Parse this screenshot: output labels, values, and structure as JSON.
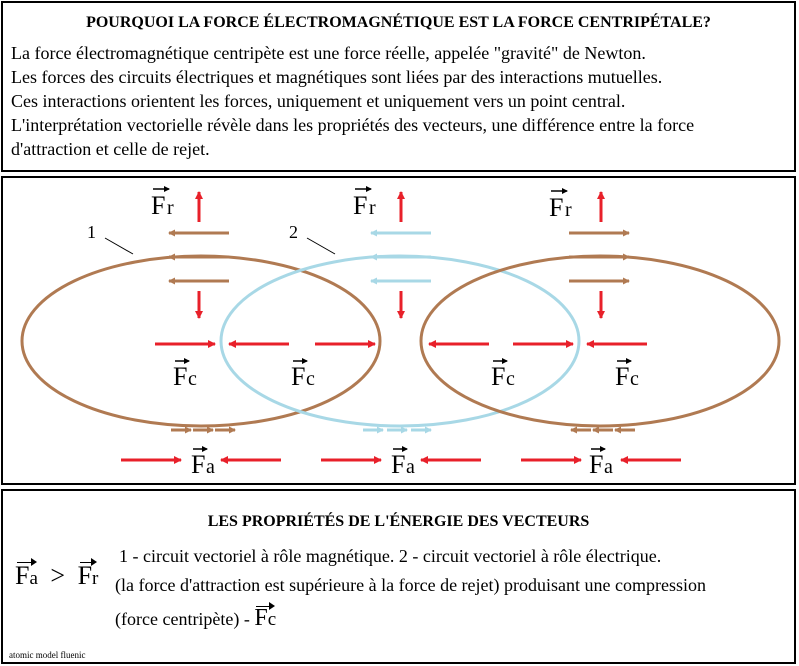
{
  "header": {
    "title": "POURQUOI LA FORCE ÉLECTROMAGNÉTIQUE EST LA FORCE CENTRIPÉTALE?",
    "lines": [
      "La force électromagnétique centripète est une force réelle, appelée \"gravité\" de Newton.",
      "Les forces des circuits électriques et magnétiques sont liées par des interactions mutuelles.",
      "Ces interactions orientent les forces, uniquement et uniquement vers un point central.",
      "L'interprétation vectorielle révèle dans les propriétés des vecteurs, une différence entre la force",
      "d'attraction et celle de rejet."
    ]
  },
  "diagram": {
    "labels": {
      "circuit1": "1",
      "circuit2": "2",
      "fr_main": "F",
      "fr_sub": "r",
      "fc_main": "F",
      "fc_sub": "c",
      "fa_main": "F",
      "fa_sub": "a"
    },
    "colors": {
      "magnetic": "#b07a52",
      "electric": "#a8d8e6",
      "force": "#e8202a",
      "text": "#000000"
    }
  },
  "properties": {
    "title": "LES PROPRIÉTÉS DE L'ÉNERGIE DES VECTEURS",
    "ineq_left_main": "F",
    "ineq_left_sub": "a",
    "ineq_op": ">",
    "ineq_right_main": "F",
    "ineq_right_sub": "r",
    "line1": "1 - circuit vectoriel à rôle magnétique. 2 - circuit vectoriel à rôle électrique.",
    "line2": "(la force d'attraction est supérieure à la force de rejet) produisant une compression",
    "line3": "(force  centripète) - ",
    "fc_main": "F",
    "fc_sub": "c"
  },
  "credit": "atomic model fluenic"
}
